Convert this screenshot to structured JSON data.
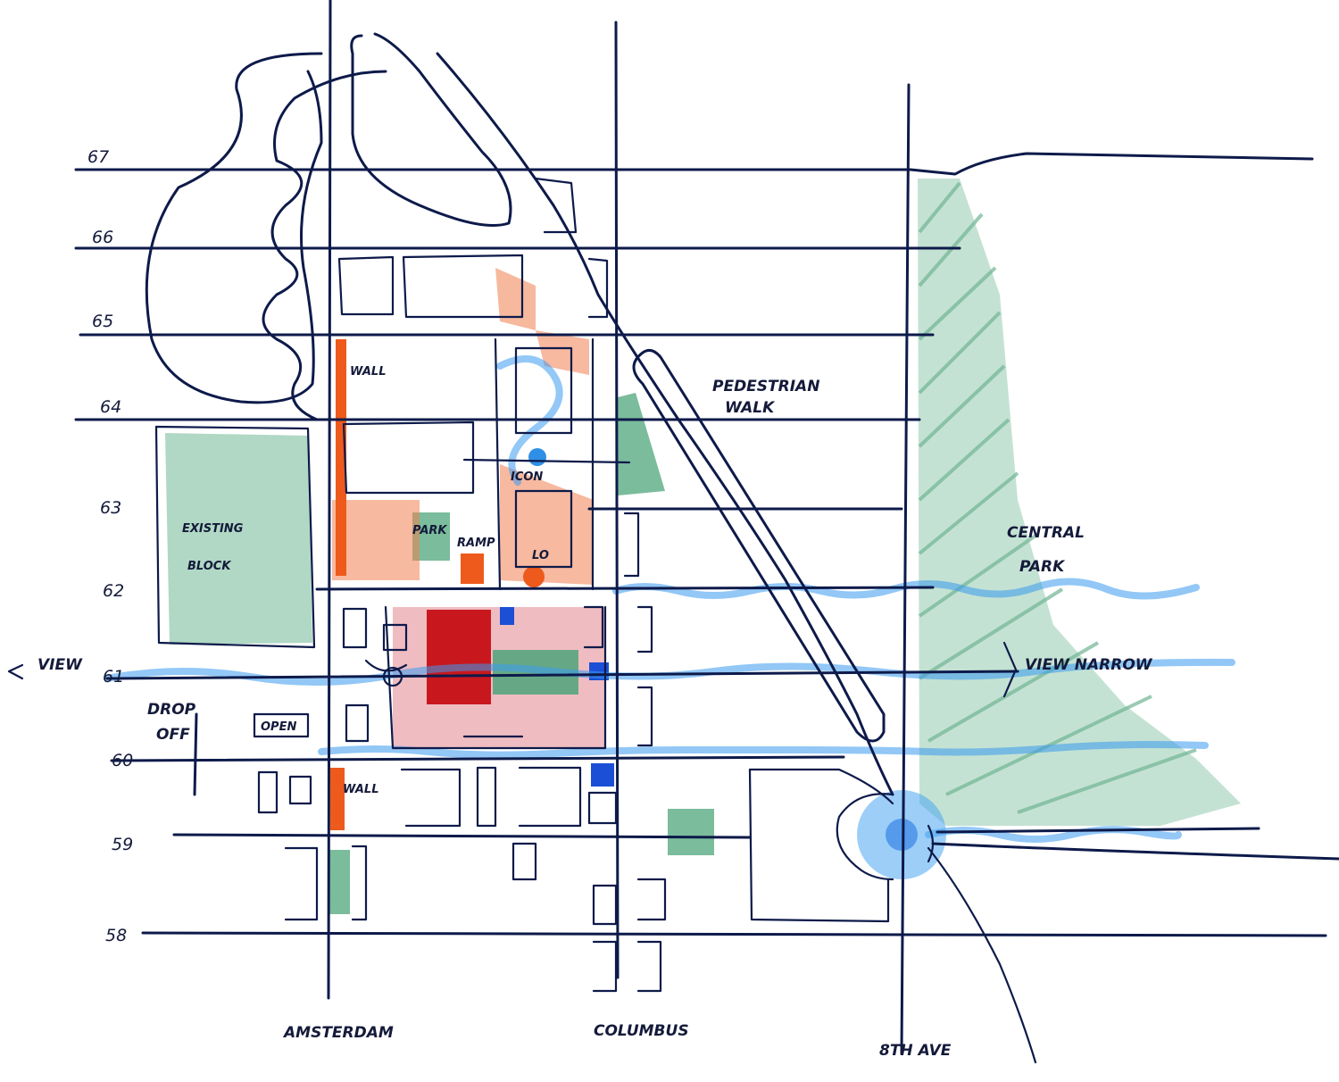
{
  "colors": {
    "ink": "#0d1a4a",
    "park_green": "#3f9a6e",
    "water_blue": "#2f8fe6",
    "orange": "#ee5a1c",
    "red": "#c8181e",
    "pink": "#e8a0a8",
    "dark_blue": "#1b4fd6"
  },
  "streets": {
    "s67": "67",
    "s66": "66",
    "s65": "65",
    "s64": "64",
    "s63": "63",
    "s62": "62",
    "s61": "61",
    "s60": "60",
    "s59": "59",
    "s58": "58"
  },
  "avenues": {
    "amsterdam": "AMSTERDAM",
    "columbus": "COLUMBUS",
    "eighth": "8TH AVE"
  },
  "labels": {
    "pedestrian_walk": "PEDESTRIAN WALK",
    "central_park": "CENTRAL PARK",
    "view_narrow": "VIEW NARROW",
    "view": "VIEW",
    "drop_off": "DROP OFF",
    "open": "OPEN",
    "wall_top": "WALL",
    "wall_bottom": "WALL",
    "icon": "ICON",
    "park": "PARK",
    "ramp": "RAMP",
    "lo": "LO",
    "existing_block": "EXISTING BLOCK"
  }
}
